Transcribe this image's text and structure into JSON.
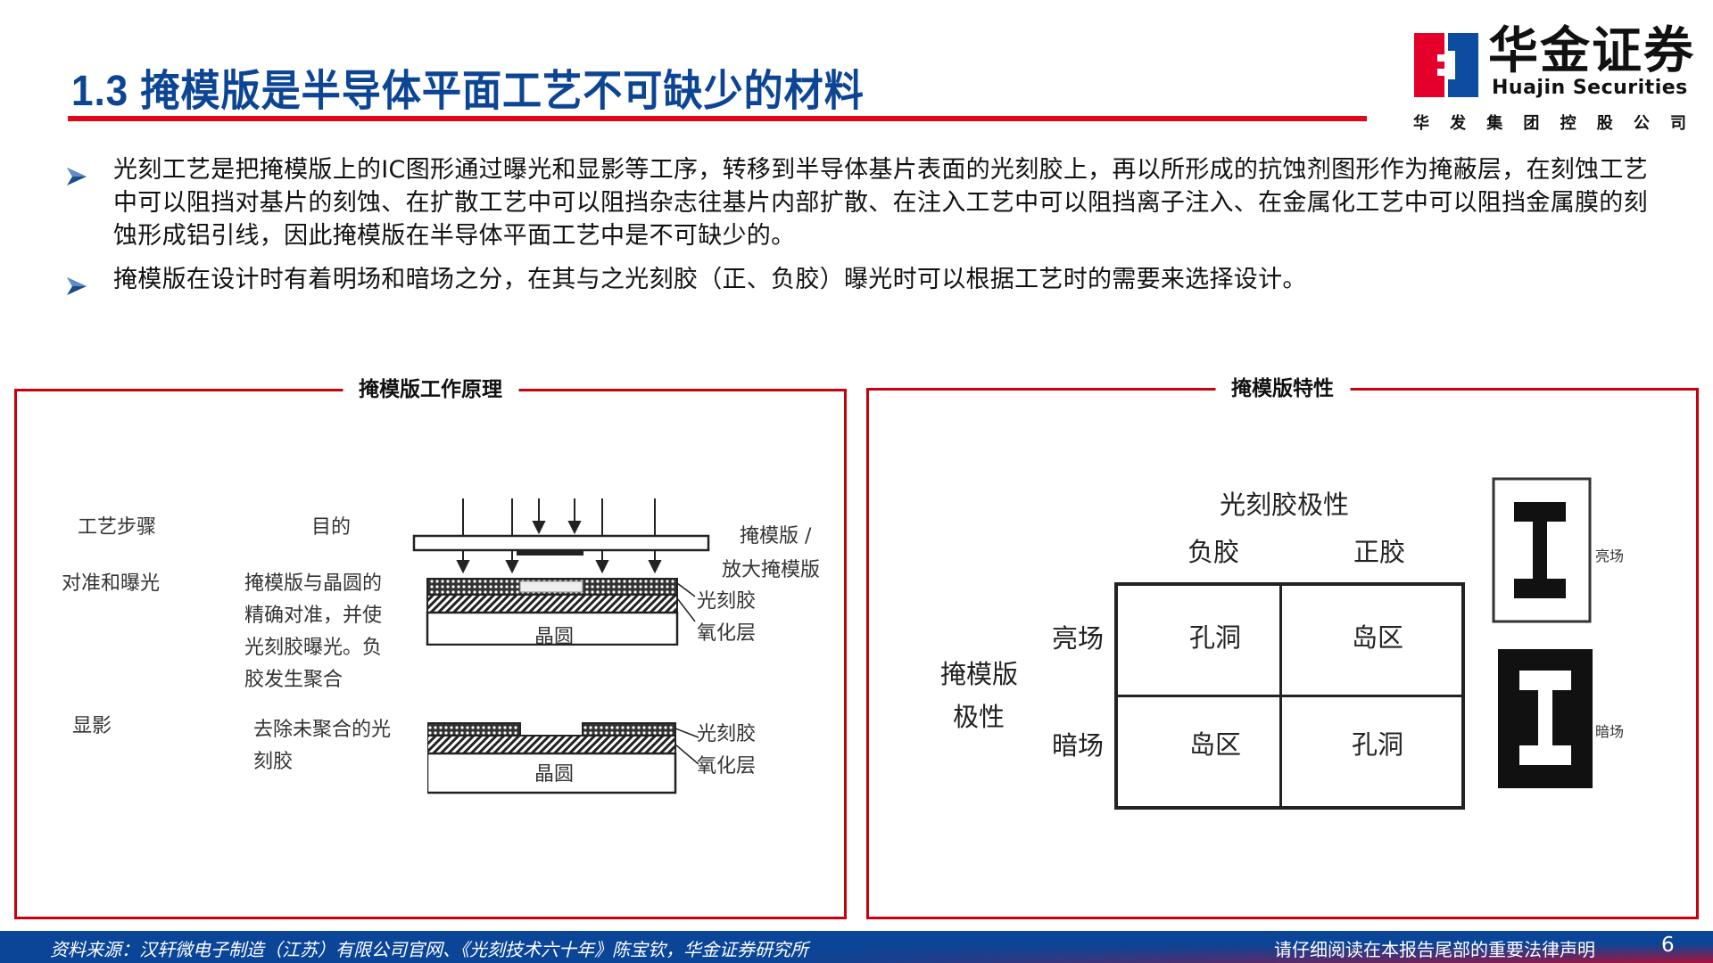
{
  "header": {
    "title": "1.3 掩模版是半导体平面工艺不可缺少的材料",
    "accent_color": "#e0081a",
    "title_color": "#0d4595"
  },
  "logo": {
    "name_cn": "华金证券",
    "name_en": "Huajin Securities",
    "subtitle_chars": [
      "华",
      "发",
      "集",
      "团",
      "控",
      "股",
      "公",
      "司"
    ],
    "mark_colors": {
      "left": "#e4002b",
      "right": "#0c4da2"
    }
  },
  "bullets": [
    {
      "icon": "arrow-bullet-icon",
      "text": "光刻工艺是把掩模版上的IC图形通过曝光和显影等工序，转移到半导体基片表面的光刻胶上，再以所形成的抗蚀剂图形作为掩蔽层，在刻蚀工艺中可以阻挡对基片的刻蚀、在扩散工艺中可以阻挡杂志往基片内部扩散、在注入工艺中可以阻挡离子注入、在金属化工艺中可以阻挡金属膜的刻蚀形成铝引线，因此掩模版在半导体平面工艺中是不可缺少的。"
    },
    {
      "icon": "arrow-bullet-icon",
      "text": "掩模版在设计时有着明场和暗场之分，在其与之光刻胶（正、负胶）曝光时可以根据工艺时的需要来选择设计。"
    }
  ],
  "left_panel": {
    "title": "掩模版工作原理",
    "headers": {
      "step": "工艺步骤",
      "purpose": "目的"
    },
    "mask_label_1": "掩模版 /",
    "mask_label_2": "放大掩模版",
    "steps": [
      {
        "step": "对准和曝光",
        "purpose_lines": [
          "掩模版与晶圆的",
          "精确对准，并使",
          "光刻胶曝光。负",
          "胶发生聚合"
        ],
        "layer_labels": {
          "photoresist": "光刻胶",
          "oxide": "氧化层",
          "wafer": "晶圆"
        }
      },
      {
        "step": "显影",
        "purpose_lines": [
          "去除未聚合的光",
          "刻胶"
        ],
        "layer_labels": {
          "photoresist": "光刻胶",
          "oxide": "氧化层",
          "wafer": "晶圆"
        }
      }
    ]
  },
  "right_panel": {
    "title": "掩模版特性",
    "table": {
      "col_group_label": "光刻胶极性",
      "row_group_label_1": "掩模版",
      "row_group_label_2": "极性",
      "columns": [
        "负胶",
        "正胶"
      ],
      "rows": [
        {
          "label": "亮场",
          "cells": [
            "孔洞",
            "岛区"
          ]
        },
        {
          "label": "暗场",
          "cells": [
            "岛区",
            "孔洞"
          ]
        }
      ]
    },
    "examples": [
      {
        "label": "亮场",
        "type": "bright-field"
      },
      {
        "label": "暗场",
        "type": "dark-field"
      }
    ]
  },
  "footer": {
    "source": "资料来源：汉轩微电子制造（江苏）有限公司官网、《光刻技术六十年》陈宝钦，华金证券研究所",
    "notice": "请仔细阅读在本报告尾部的重要法律声明",
    "page_number": "6",
    "bg_color": "#0a4597"
  }
}
